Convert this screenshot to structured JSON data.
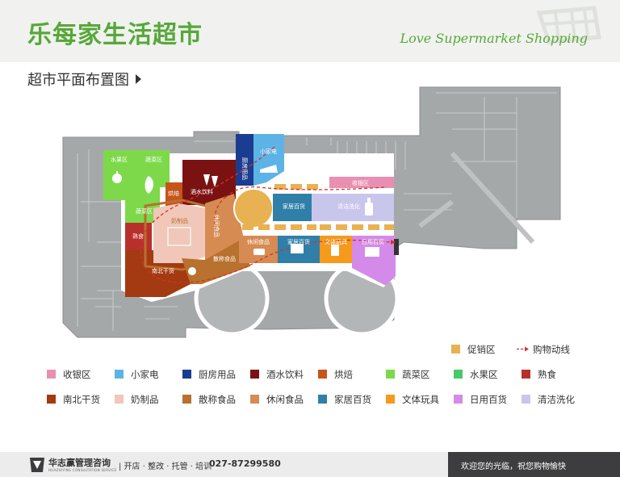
{
  "header": {
    "title": "乐每家生活超市",
    "slogan": "Love Supermarket Shopping"
  },
  "subheader": {
    "title": "超市平面布置图"
  },
  "zones": {
    "fruit": "水果区",
    "veg_top": "蔬菜区",
    "veg_bottom": "蔬菜区",
    "deli": "熟食",
    "bakery": "烘焙",
    "drinks": "酒水饮料",
    "kitchen": "厨房用品",
    "appliance": "小家电",
    "cashier": "收银区",
    "dairy": "奶制品",
    "leisure_round": "休闲食品",
    "home_top": "家居百货",
    "cleaning": "清洁洗化",
    "leisure": "休闲食品",
    "home": "家居百货",
    "stationery": "文体玩具",
    "daily": "日用百货",
    "bulk": "散称食品",
    "dry": "南北干货"
  },
  "legend": {
    "promo": "促销区",
    "flow": "购物动线",
    "items": [
      {
        "label": "收银区",
        "color": "#e98fb2"
      },
      {
        "label": "小家电",
        "color": "#5db3e6"
      },
      {
        "label": "厨房用品",
        "color": "#1b3d8f"
      },
      {
        "label": "酒水饮料",
        "color": "#7a1212"
      },
      {
        "label": "烘焙",
        "color": "#c5551a"
      },
      {
        "label": "蔬菜区",
        "color": "#7dd94a"
      },
      {
        "label": "水果区",
        "color": "#47c96a"
      },
      {
        "label": "熟食",
        "color": "#b8302c"
      },
      {
        "label": "南北干货",
        "color": "#a33a12"
      },
      {
        "label": "奶制品",
        "color": "#f0c7b8"
      },
      {
        "label": "散称食品",
        "color": "#b8712e"
      },
      {
        "label": "休闲食品",
        "color": "#d68b52"
      },
      {
        "label": "家居百货",
        "color": "#2f7fa8"
      },
      {
        "label": "文体玩具",
        "color": "#f59a1a"
      },
      {
        "label": "日用百货",
        "color": "#d48ae8"
      },
      {
        "label": "清洁洗化",
        "color": "#c9c6ec"
      }
    ]
  },
  "colors": {
    "promo": "#e8b152",
    "flow": "#d2322d",
    "brand_green": "#57a83a",
    "building": "#a5a8a9"
  },
  "footer": {
    "company": "华志赢管理咨询",
    "company_en": "HUAZHIYING CONSULTATION SERVICE",
    "services": "| 开店 · 整改 · 托管 · 培训",
    "phone": "027-87299580",
    "welcome": "欢迎您的光临，祝您购物愉快"
  }
}
